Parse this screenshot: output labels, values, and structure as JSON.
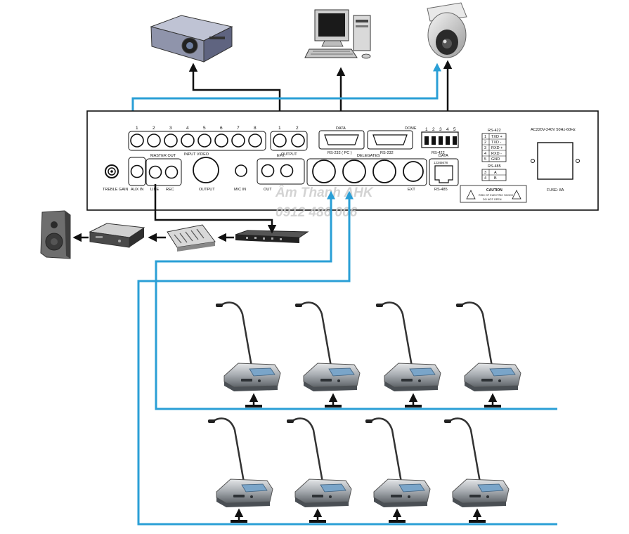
{
  "panel": {
    "input_video_numbers": [
      "1",
      "2",
      "3",
      "4",
      "5",
      "6",
      "7",
      "8"
    ],
    "input_video_label": "INPUT VIDEO",
    "output_numbers": [
      "1",
      "2"
    ],
    "output_label": "OUTPUT",
    "data_label": "DATA",
    "rs232_pc_label": "RS-232 ( PC )",
    "dome_label": "DOME",
    "dome_numbers": [
      "1",
      "2",
      "3",
      "4",
      "5"
    ],
    "rs232_label": "RS-232",
    "rs422_label": "RS-422",
    "rs422_table_title": "RS-422",
    "rs422_rows": [
      {
        "pin": "1",
        "sig": "TXD +"
      },
      {
        "pin": "2",
        "sig": "TXD -"
      },
      {
        "pin": "3",
        "sig": "RXD +"
      },
      {
        "pin": "4",
        "sig": "RXD -"
      },
      {
        "pin": "5",
        "sig": "GND"
      }
    ],
    "rs485_table_title": "RS-485",
    "rs485_rows": [
      {
        "pin": "3",
        "sig": "A"
      },
      {
        "pin": "4",
        "sig": "B"
      }
    ],
    "power_label": "AC220V-240V 50Hz-60Hz",
    "fuse_label": "FUSE: 8A",
    "treble_gain_label": "TREBLE GAIN",
    "master_out_label": "MASTER OUT",
    "aux_in_label": "AUX IN",
    "line_label": "LINE",
    "rec_label": "REC",
    "output_main_label": "OUTPUT",
    "mic_in_label": "MIC IN",
    "efx_label": "EFX",
    "out_label": "OUT",
    "delegates_label": "DELEGATES",
    "ext_label": "EXT",
    "data2_label": "DATA",
    "data2_pins": "12345678",
    "rs485_label": "RS-485",
    "caution_title": "CAUTION",
    "caution_line1": "RISK OF ELECTRIC SHOCK",
    "caution_line2": "DO NOT OPEN"
  },
  "watermark": {
    "line1": "Âm Thanh AHK",
    "line2": "0912 486 006"
  },
  "colors": {
    "blue_cable": "#2a9fd6",
    "black_cable": "#111111"
  },
  "icons": [
    "projector-icon",
    "computer-icon",
    "dome-camera-icon",
    "speaker-icon",
    "amplifier-icon",
    "mixer-icon",
    "equalizer-icon",
    "conference-microphone-icon"
  ]
}
